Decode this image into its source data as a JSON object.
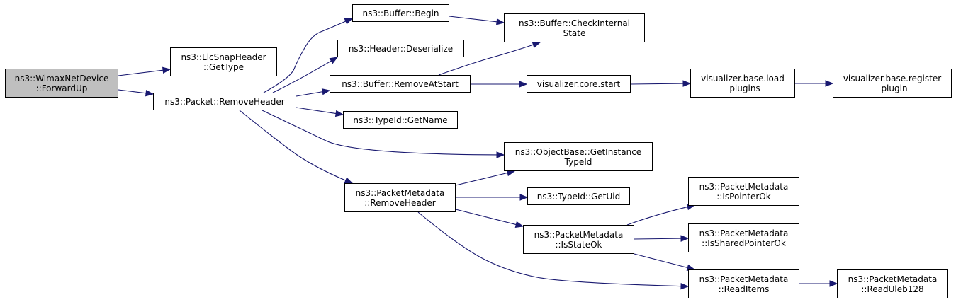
{
  "colors": {
    "edge": "#191970",
    "root_fill": "#bfbfbf",
    "node_fill": "#ffffff",
    "border": "#000000"
  },
  "nodes": [
    {
      "id": "wimax",
      "label": "ns3::WimaxNetDevice\n::ForwardUp",
      "root": true
    },
    {
      "id": "llcsnap",
      "label": "ns3::LlcSnapHeader\n::GetType"
    },
    {
      "id": "packet_remove",
      "label": "ns3::Packet::RemoveHeader"
    },
    {
      "id": "buffer_begin",
      "label": "ns3::Buffer::Begin"
    },
    {
      "id": "header_deser",
      "label": "ns3::Header::Deserialize"
    },
    {
      "id": "buffer_removeatstart",
      "label": "ns3::Buffer::RemoveAtStart"
    },
    {
      "id": "typeid_getname",
      "label": "ns3::TypeId::GetName"
    },
    {
      "id": "pm_remove",
      "label": "ns3::PacketMetadata\n::RemoveHeader"
    },
    {
      "id": "buffer_check",
      "label": "ns3::Buffer::CheckInternal\nState"
    },
    {
      "id": "vis_start",
      "label": "visualizer.core.start"
    },
    {
      "id": "vis_load",
      "label": "visualizer.base.load\n_plugins"
    },
    {
      "id": "vis_register",
      "label": "visualizer.base.register\n_plugin"
    },
    {
      "id": "objbase",
      "label": "ns3::ObjectBase::GetInstance\nTypeId"
    },
    {
      "id": "typeid_getuid",
      "label": "ns3::TypeId::GetUid"
    },
    {
      "id": "pm_isstateok",
      "label": "ns3::PacketMetadata\n::IsStateOk"
    },
    {
      "id": "pm_ispointerok",
      "label": "ns3::PacketMetadata\n::IsPointerOk"
    },
    {
      "id": "pm_issharedok",
      "label": "ns3::PacketMetadata\n::IsSharedPointerOk"
    },
    {
      "id": "pm_readitems",
      "label": "ns3::PacketMetadata\n::ReadItems"
    },
    {
      "id": "pm_readuleb",
      "label": "ns3::PacketMetadata\n::ReadUleb128"
    }
  ],
  "edges": [
    {
      "from": "wimax",
      "to": "llcsnap"
    },
    {
      "from": "wimax",
      "to": "packet_remove"
    },
    {
      "from": "packet_remove",
      "to": "buffer_begin"
    },
    {
      "from": "packet_remove",
      "to": "header_deser"
    },
    {
      "from": "packet_remove",
      "to": "buffer_removeatstart"
    },
    {
      "from": "packet_remove",
      "to": "typeid_getname"
    },
    {
      "from": "packet_remove",
      "to": "objbase"
    },
    {
      "from": "packet_remove",
      "to": "pm_remove"
    },
    {
      "from": "buffer_begin",
      "to": "buffer_check"
    },
    {
      "from": "buffer_removeatstart",
      "to": "buffer_check"
    },
    {
      "from": "buffer_removeatstart",
      "to": "vis_start"
    },
    {
      "from": "vis_start",
      "to": "vis_load"
    },
    {
      "from": "vis_load",
      "to": "vis_register"
    },
    {
      "from": "pm_remove",
      "to": "objbase"
    },
    {
      "from": "pm_remove",
      "to": "typeid_getuid"
    },
    {
      "from": "pm_remove",
      "to": "pm_isstateok"
    },
    {
      "from": "pm_remove",
      "to": "pm_readitems"
    },
    {
      "from": "pm_isstateok",
      "to": "pm_ispointerok"
    },
    {
      "from": "pm_isstateok",
      "to": "pm_issharedok"
    },
    {
      "from": "pm_isstateok",
      "to": "pm_readitems"
    },
    {
      "from": "pm_readitems",
      "to": "pm_readuleb"
    }
  ]
}
